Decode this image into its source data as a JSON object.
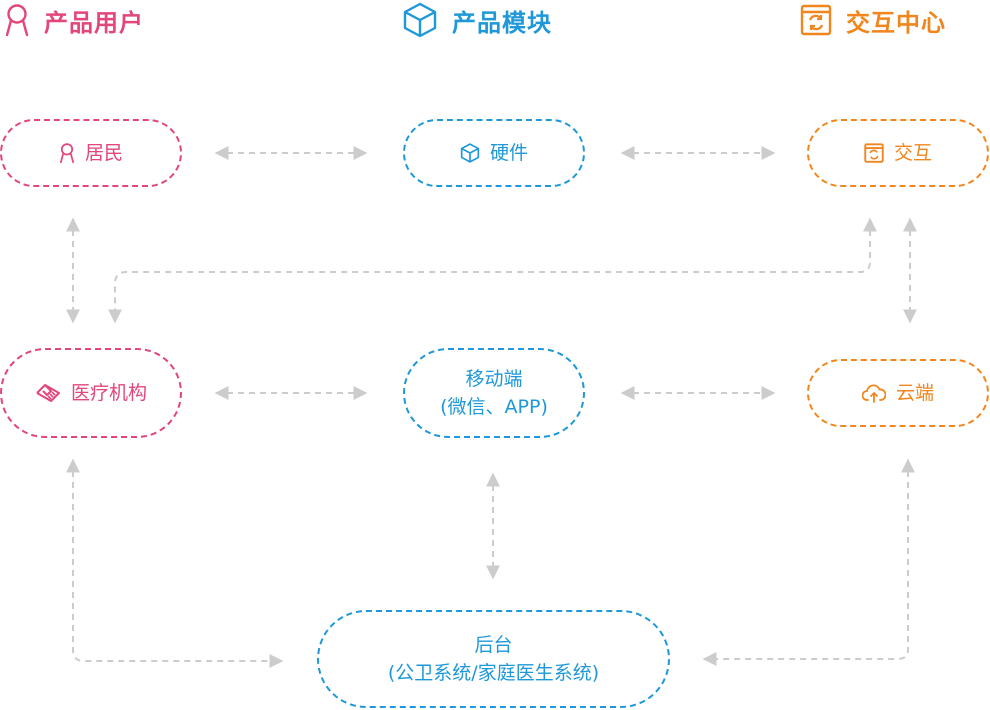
{
  "headers": {
    "users": "产品用户",
    "modules": "产品模块",
    "interaction": "交互中心"
  },
  "nodes": {
    "resident": "居民",
    "hardware": "硬件",
    "interact": "交互",
    "medical": "医疗机构",
    "mobile_line1": "移动端",
    "mobile_line2": "(微信、APP)",
    "cloud": "云端",
    "backend_line1": "后台",
    "backend_line2": "(公卫系统/家庭医生系统)"
  },
  "colors": {
    "users": "#e2467a",
    "modules": "#1e98d8",
    "interaction": "#f0861d",
    "connector": "#cccccc"
  },
  "icons": {
    "users": "person-icon",
    "modules": "cube-icon",
    "interaction": "refresh-window-icon",
    "medical": "handshake-icon",
    "cloud": "cloud-upload-icon"
  }
}
